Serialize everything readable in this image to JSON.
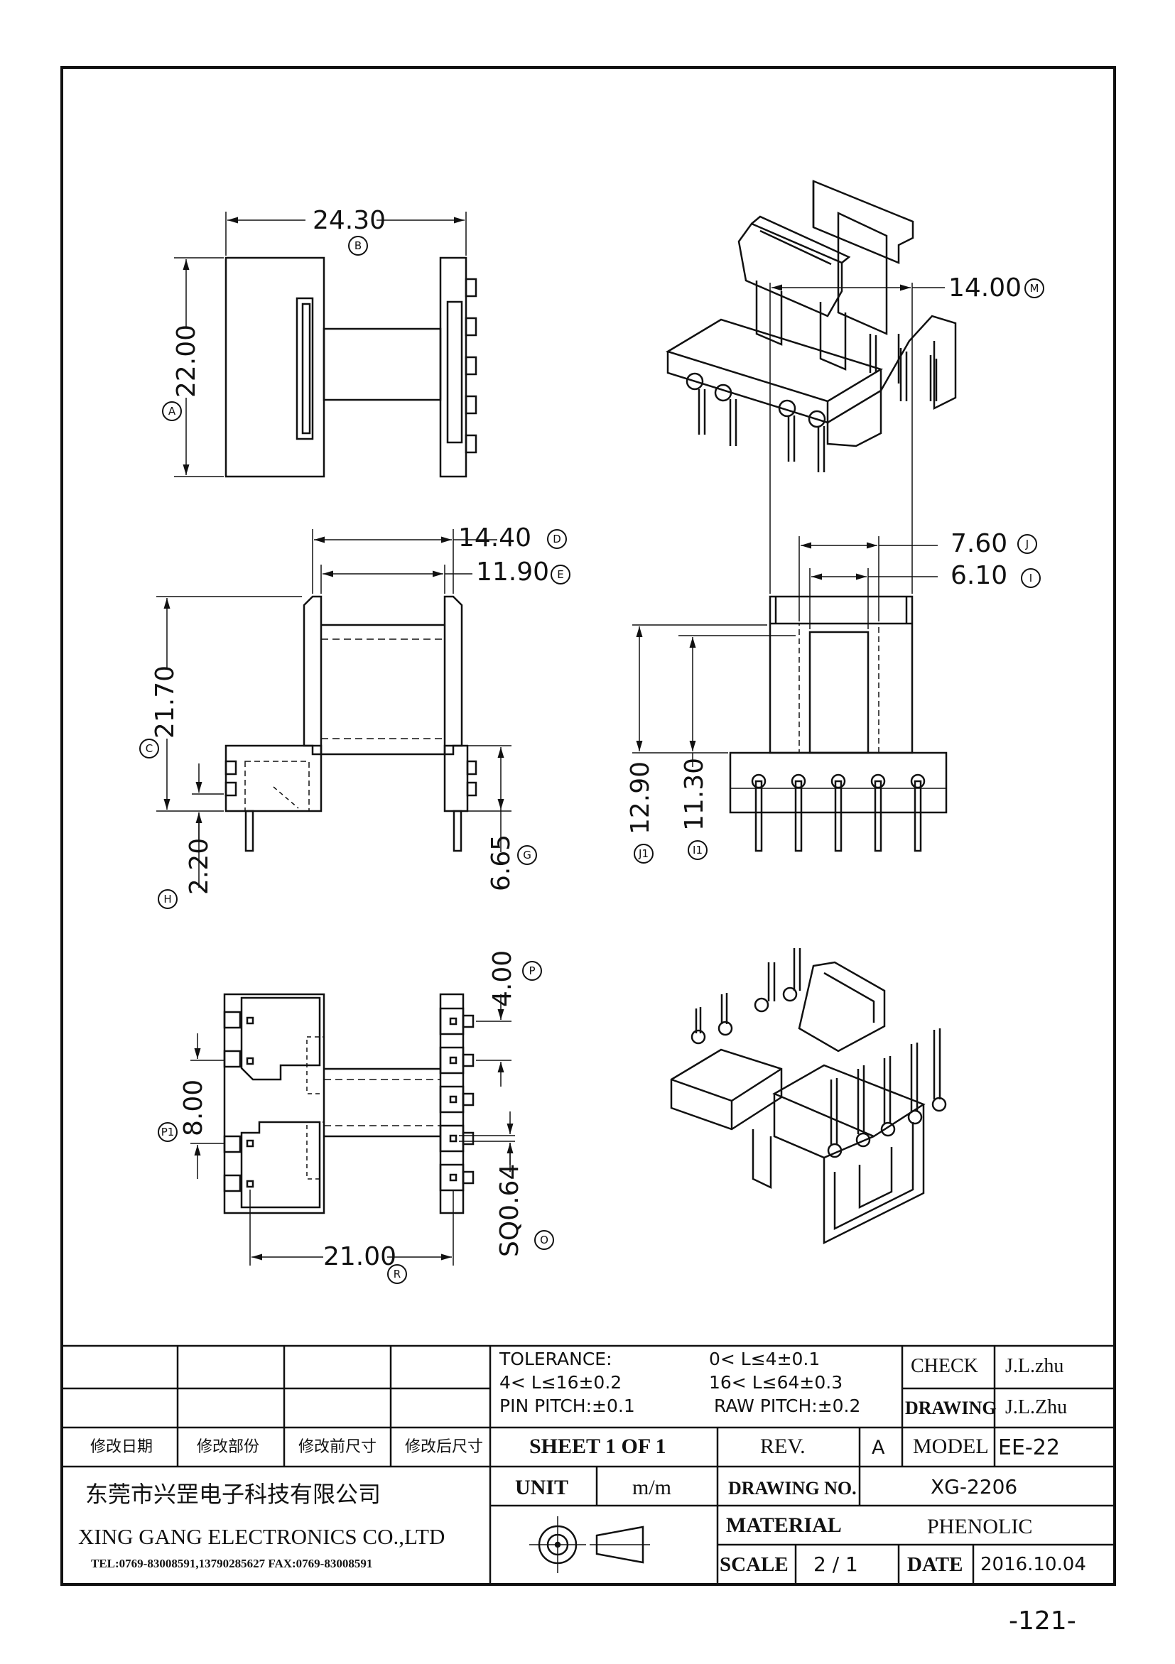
{
  "drawing": {
    "dimensions": {
      "A": "22.00",
      "B": "24.30",
      "C": "21.70",
      "D": "14.40",
      "E": "11.90",
      "G": "6.65",
      "H": "2.20",
      "I": "6.10",
      "I1": "11.30",
      "J": "7.60",
      "J1": "12.90",
      "M": "14.00",
      "O": "SQ0.64",
      "P": "4.00",
      "P1": "8.00",
      "R": "21.00"
    },
    "markers": {
      "A": "A",
      "B": "B",
      "C": "C",
      "D": "D",
      "E": "E",
      "G": "G",
      "H": "H",
      "I": "I",
      "I1": "I1",
      "J": "J",
      "J1": "J1",
      "M": "M",
      "O": "O",
      "P": "P",
      "P1": "P1",
      "R": "R"
    }
  },
  "title_block": {
    "tolerance_title": "TOLERANCE:",
    "tol1": "0< L≤4±0.1",
    "tol2": "4< L≤16±0.2",
    "tol3": "16< L≤64±0.3",
    "pin_pitch": "PIN PITCH:±0.1",
    "raw_pitch": "RAW PITCH:±0.2",
    "check_label": "CHECK",
    "check_value": "J.L.zhu",
    "drawing_label": "DRAWING",
    "drawing_value": "J.L.Zhu",
    "rev_headers": [
      "修改日期",
      "修改部份",
      "修改前尺寸",
      "修改后尺寸"
    ],
    "sheet": "SHEET 1 OF 1",
    "rev_label": "REV.",
    "rev_value": "A",
    "model_label": "MODEL",
    "model_value": "EE-22",
    "company_cn": "东莞市兴罡电子科技有限公司",
    "company_en": "XING GANG ELECTRONICS CO.,LTD",
    "contact": "TEL:0769-83008591,13790285627 FAX:0769-83008591",
    "unit_label": "UNIT",
    "unit_value": "m/m",
    "drawing_no_label": "DRAWING NO.",
    "drawing_no_value": "XG-2206",
    "material_label": "MATERIAL",
    "material_value": "PHENOLIC",
    "scale_label": "SCALE",
    "scale_value": "2 / 1",
    "date_label": "DATE",
    "date_value": "2016.10.04"
  },
  "page_number": "-121-"
}
